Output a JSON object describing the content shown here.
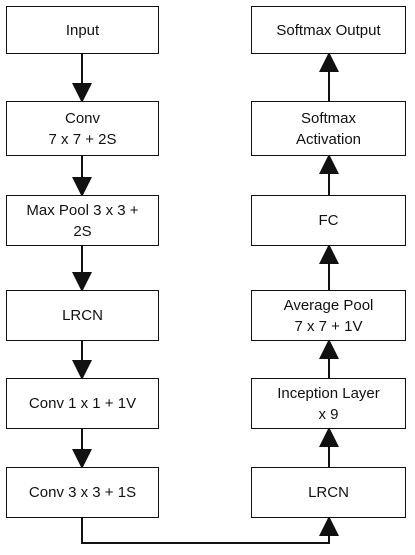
{
  "diagram": {
    "left_column": [
      {
        "label": "Input"
      },
      {
        "label": "Conv\n7 x 7 + 2S"
      },
      {
        "label": "Max Pool 3 x 3 +\n2S"
      },
      {
        "label": "LRCN"
      },
      {
        "label": "Conv 1 x 1 + 1V"
      },
      {
        "label": "Conv 3 x 3 + 1S"
      }
    ],
    "right_column": [
      {
        "label": "Softmax Output"
      },
      {
        "label": "Softmax\nActivation"
      },
      {
        "label": "FC"
      },
      {
        "label": "Average Pool\n7 x 7 + 1V"
      },
      {
        "label": "Inception Layer\nx 9"
      },
      {
        "label": "LRCN"
      }
    ],
    "colors": {
      "stroke": "#111111",
      "fill": "#ffffff",
      "text": "#111111"
    }
  }
}
